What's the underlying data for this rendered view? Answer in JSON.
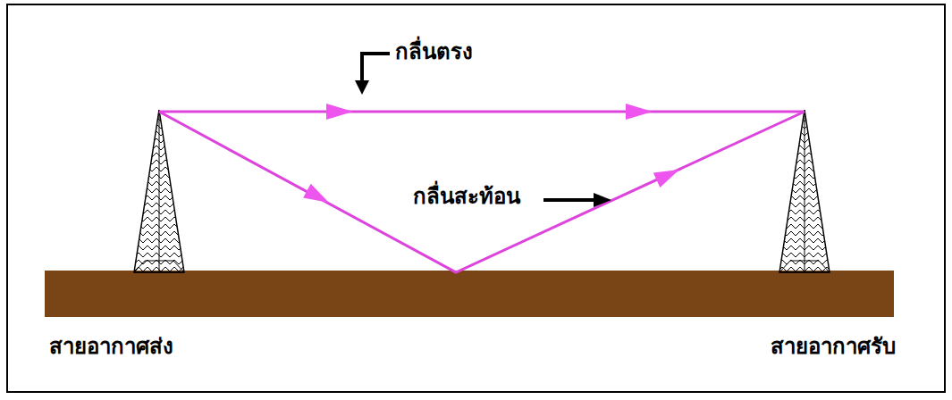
{
  "diagram": {
    "labels": [
      "กลื่นตรง",
      "กลื่นสะท้อน",
      "สายอากาศส่ง",
      "สายอากาศรับ"
    ]
  }
}
